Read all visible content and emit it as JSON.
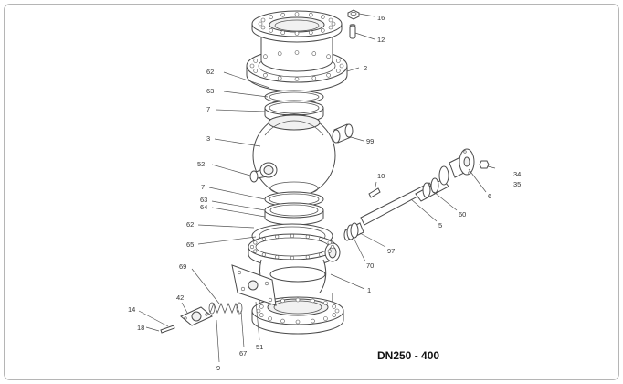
{
  "caption": "DN250 - 400",
  "callouts": {
    "c16": "16",
    "c12": "12",
    "c2": "2",
    "c62a": "62",
    "c63a": "63",
    "c7a": "7",
    "c99": "99",
    "c3": "3",
    "c52": "52",
    "c10": "10",
    "c34": "34",
    "c35": "35",
    "c6": "6",
    "c7b": "7",
    "c63b": "63",
    "c64": "64",
    "c60": "60",
    "c62b": "62",
    "c5": "5",
    "c65": "65",
    "c97": "97",
    "c70": "70",
    "c69": "69",
    "c1": "1",
    "c42": "42",
    "c14": "14",
    "c18": "18",
    "c67": "67",
    "c51": "51",
    "c9": "9"
  }
}
